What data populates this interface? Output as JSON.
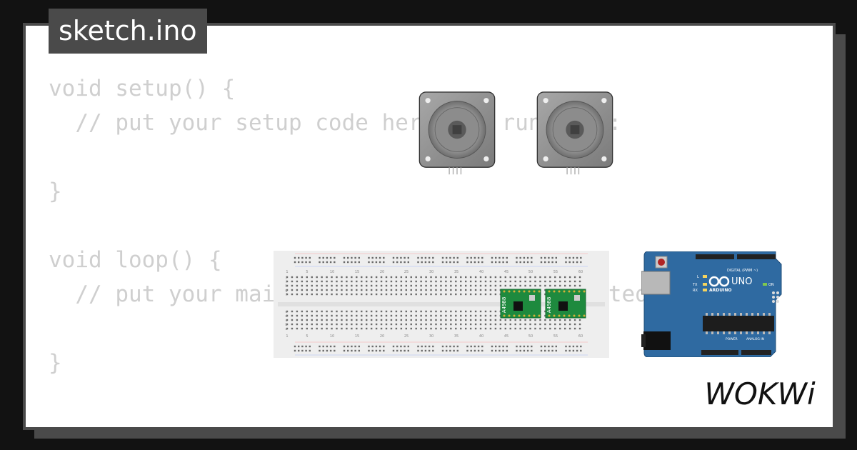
{
  "sketch": {
    "filename": "sketch.ino"
  },
  "code_lines": [
    "void setup() {",
    "  // put your setup code here, to run once:",
    "",
    "}",
    "",
    "void loop() {",
    "  // put your main code here, to run repeatedly:",
    "",
    "}"
  ],
  "components": {
    "driver_1_label": "A4988",
    "driver_2_label": "A4988",
    "breadboard_columns": [
      "1",
      "5",
      "10",
      "15",
      "20",
      "25",
      "30",
      "35",
      "40",
      "45",
      "50",
      "55",
      "60"
    ],
    "breadboard_rows_top": [
      "j",
      "i",
      "h",
      "g",
      "f"
    ],
    "breadboard_rows_bottom": [
      "e",
      "d",
      "c",
      "b",
      "a"
    ],
    "arduino": {
      "brand": "ARDUINO",
      "model": "UNO",
      "digital_label": "DIGITAL (PWM ~)",
      "analog_label": "ANALOG IN",
      "power_label": "POWER",
      "led_l": "L",
      "led_tx": "TX",
      "led_rx": "RX",
      "led_on": "ON"
    }
  },
  "brand": {
    "logo_text": "WOKWi"
  },
  "colors": {
    "background": "#121212",
    "card_border": "#4a4a4a",
    "code_text": "#cfcfcf",
    "arduino_board": "#2f6aa1",
    "driver_board": "#1e8a3e"
  }
}
